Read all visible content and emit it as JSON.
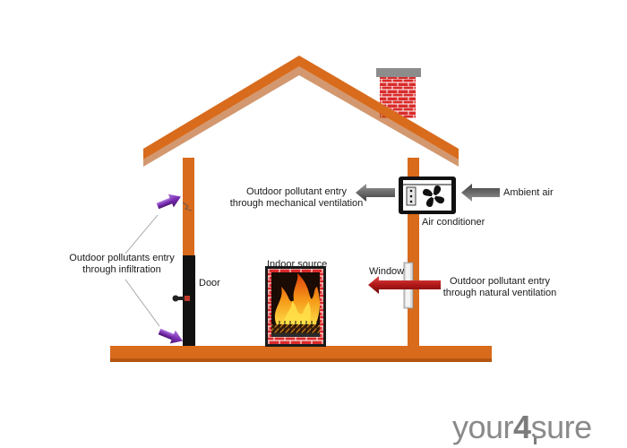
{
  "labels": {
    "infiltration": [
      "Outdoor pollutants entry",
      "through infiltration"
    ],
    "door": "Door",
    "indoor_source": "Indoor source",
    "mechanical": [
      "Outdoor pollutant entry",
      "through mechanical ventilation"
    ],
    "ambient_air": "Ambient air",
    "air_conditioner": "Air conditioner",
    "window": "Window",
    "natural": [
      "Outdoor pollutant entry",
      "through natural ventilation"
    ]
  },
  "logo": {
    "part1": "your",
    "part2": "4",
    "part3": "sure"
  },
  "icons": [
    "chimney-icon",
    "air-conditioner-icon",
    "fireplace-icon",
    "door-knob-icon",
    "window-icon",
    "arrow-icon"
  ],
  "colors": {
    "house_frame": "#d86b1c",
    "roof_dark": "#b5540f",
    "chimney_brick": "#d92b2b",
    "chimney_cap": "#8c8c8c",
    "door": "#111111",
    "arrow_gray": "#6e6e6e",
    "arrow_purple": "#7a2fb2",
    "arrow_red": "#b01818",
    "fire_orange": "#f07a10",
    "fire_yellow": "#ffd23a"
  }
}
